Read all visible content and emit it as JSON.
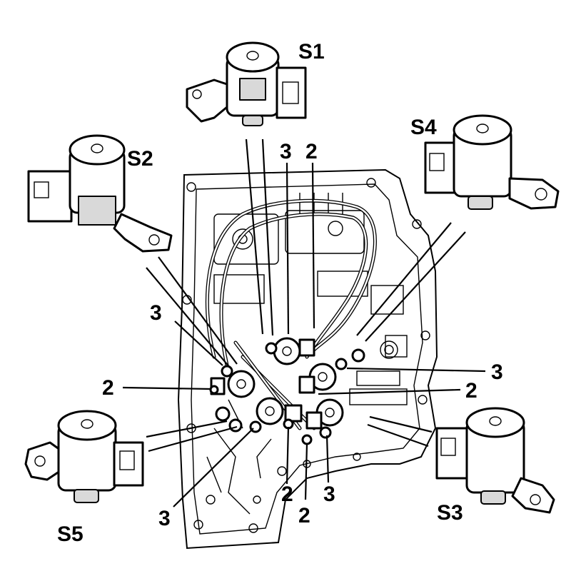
{
  "diagram": {
    "solenoid_labels": [
      "S1",
      "S2",
      "S3",
      "S4",
      "S5"
    ],
    "callouts": [
      "3",
      "2",
      "3",
      "2",
      "3",
      "2",
      "2",
      "3",
      "2",
      "3"
    ]
  }
}
